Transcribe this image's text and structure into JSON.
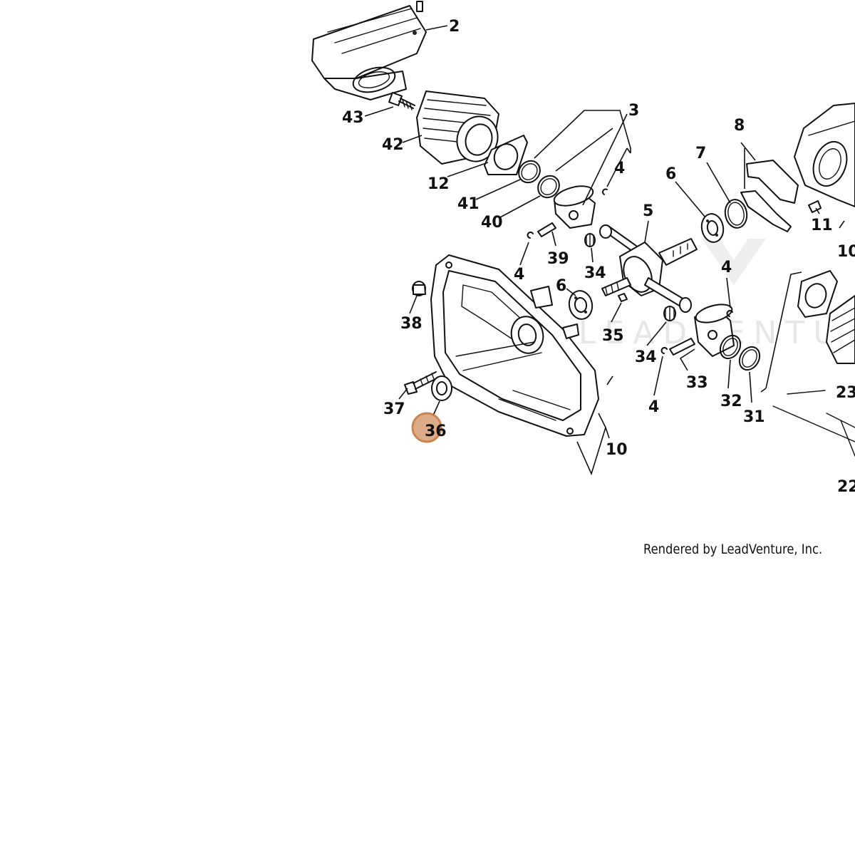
{
  "diagram": {
    "credit": "Rendered by LeadVenture, Inc.",
    "watermark": "LEADVENTURE",
    "highlight_color": "#d9a47c",
    "highlight_border": "#c7773b",
    "highlighted_part": "36",
    "callouts": [
      {
        "id": "c-2",
        "label": "2"
      },
      {
        "id": "c-43",
        "label": "43"
      },
      {
        "id": "c-42",
        "label": "42"
      },
      {
        "id": "c-12",
        "label": "12"
      },
      {
        "id": "c-41",
        "label": "41"
      },
      {
        "id": "c-40",
        "label": "40"
      },
      {
        "id": "c-3",
        "label": "3"
      },
      {
        "id": "c-4a",
        "label": "4"
      },
      {
        "id": "c-39",
        "label": "39"
      },
      {
        "id": "c-4b",
        "label": "4"
      },
      {
        "id": "c-34a",
        "label": "34"
      },
      {
        "id": "c-5",
        "label": "5"
      },
      {
        "id": "c-6a",
        "label": "6"
      },
      {
        "id": "c-7",
        "label": "7"
      },
      {
        "id": "c-8",
        "label": "8"
      },
      {
        "id": "c-11",
        "label": "11"
      },
      {
        "id": "c-10a",
        "label": "10"
      },
      {
        "id": "c-4c",
        "label": "4"
      },
      {
        "id": "c-38",
        "label": "38"
      },
      {
        "id": "c-6b",
        "label": "6"
      },
      {
        "id": "c-35",
        "label": "35"
      },
      {
        "id": "c-34b",
        "label": "34"
      },
      {
        "id": "c-33",
        "label": "33"
      },
      {
        "id": "c-4d",
        "label": "4"
      },
      {
        "id": "c-32",
        "label": "32"
      },
      {
        "id": "c-31",
        "label": "31"
      },
      {
        "id": "c-37",
        "label": "37"
      },
      {
        "id": "c-36",
        "label": "36"
      },
      {
        "id": "c-10b",
        "label": "10"
      },
      {
        "id": "c-23",
        "label": "23"
      },
      {
        "id": "c-22",
        "label": "22"
      }
    ]
  }
}
